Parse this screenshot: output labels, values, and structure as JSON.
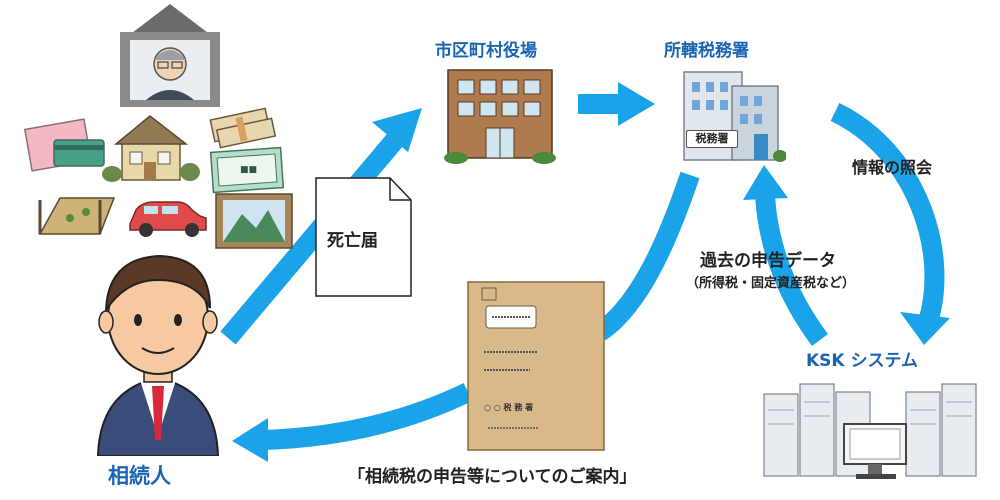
{
  "nodes": {
    "municipality": "市区町村役場",
    "tax_office": "所轄税務署",
    "tax_office_sign": "税務署",
    "ksk": "KSK システム",
    "heir": "相続人"
  },
  "edges": {
    "death_notice": "死亡届",
    "info_inquiry": "情報の照会",
    "past_returns": "過去の申告データ",
    "past_returns_sub": "（所得税・固定資産税など）",
    "guidance": "「相続税の申告等についてのご案内」"
  },
  "envelope": {
    "sender": "○ ○ 税 務 署"
  },
  "colors": {
    "arrow": "#1aa3e8",
    "label_blue": "#1a64b4",
    "building_brown": "#b07a4f",
    "envelope": "#d9b98a"
  }
}
